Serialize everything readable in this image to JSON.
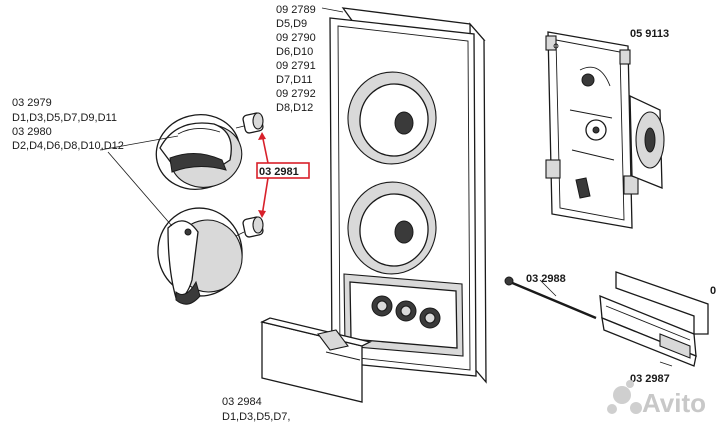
{
  "labels": {
    "panel_parts": "09 2789",
    "panel_models_1": "D5,D9",
    "panel_parts_2": "09 2790",
    "panel_models_2": "D6,D10",
    "panel_parts_3": "09 2791",
    "panel_models_3": "D7,D11",
    "panel_parts_4": "09 2792",
    "panel_models_4": "D8,D12",
    "knob_a_part": "03 2979",
    "knob_a_models": "D1,D3,D5,D7,D9,D11",
    "knob_b_part": "03 2980",
    "knob_b_models": "D2,D4,D6,D8,D10,D12",
    "bushing_part": "03 2981",
    "timer_part": "05 9113",
    "rod_part": "03 2988",
    "bracket_part": "03 2987",
    "bracket_edge_fragment": "0",
    "cover_part": "03 2984",
    "cover_models": "D1,D3,D5,D7,"
  },
  "watermark": {
    "text": "Avito",
    "icon": "avito-dots-icon"
  },
  "colors": {
    "highlight": "#d8202a",
    "ink": "#1a1a1a",
    "shade": "#d9d9d9"
  }
}
